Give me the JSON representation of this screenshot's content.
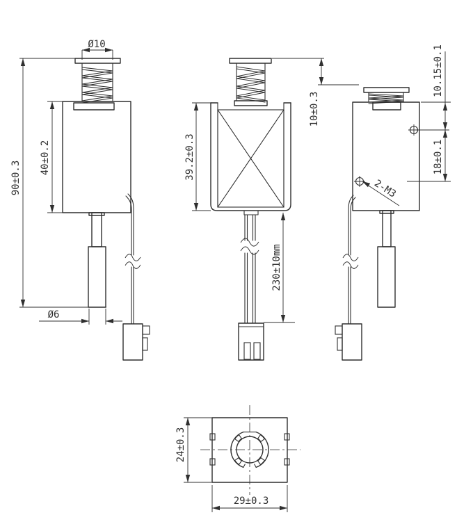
{
  "drawing": {
    "background": "#ffffff",
    "line_color": "#2f2f2f",
    "views": {
      "front": {
        "dims": {
          "spring_od": "Ø10",
          "body_height": "40±0.2",
          "overall_height": "90±0.3",
          "plunger_diameter": "Ø6"
        }
      },
      "side": {
        "dims": {
          "frame_height": "39.2±0.3",
          "stroke_travel": "10±0.3",
          "lead_length": "230±10mm"
        }
      },
      "rear": {
        "dims": {
          "hole_to_top": "10.15±0.1",
          "hole_spacing": "18±0.1",
          "mounting_thread": "2-M3"
        }
      },
      "bottom": {
        "dims": {
          "base_depth": "24±0.3",
          "base_width": "29±0.3"
        }
      }
    }
  }
}
